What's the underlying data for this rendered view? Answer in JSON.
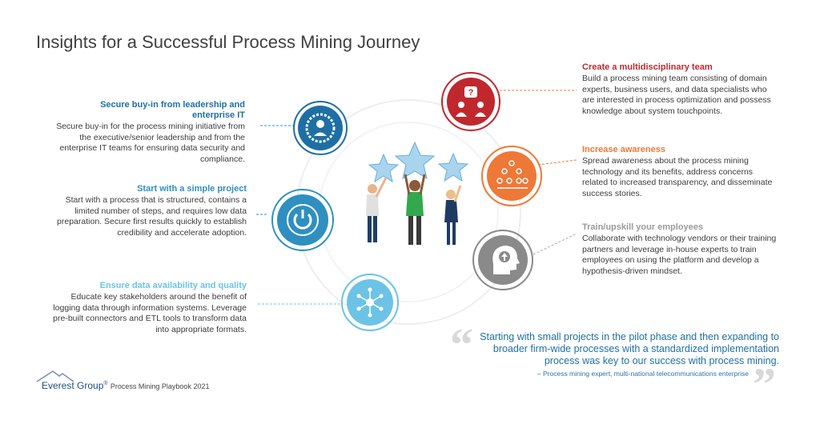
{
  "title": "Insights for a Successful Process Mining Journey",
  "colors": {
    "blue_dark": "#1e6fa3",
    "blue_mid": "#2f8fc0",
    "blue_light": "#6cc3e6",
    "red": "#c0282e",
    "orange": "#ee7838",
    "gray": "#8a8a8a"
  },
  "sections": {
    "buyin": {
      "heading": "Secure buy-in from leadership and enterprise IT",
      "body": "Secure buy-in for the process mining initiative from the executive/senior leadership and from the enterprise IT teams for ensuring data security and compliance.",
      "icon": "executive-gear-icon"
    },
    "simple": {
      "heading": "Start with a simple project",
      "body": "Start with a process that is structured, contains a limited number of steps, and requires low data preparation. Secure first results quickly to establish credibility and accelerate adoption.",
      "icon": "power-icon"
    },
    "data": {
      "heading": "Ensure data availability and quality",
      "body": "Educate key stakeholders around the benefit of logging data through information systems. Leverage pre-built connectors and ETL tools to transform data into appropriate formats.",
      "icon": "network-hub-icon"
    },
    "team": {
      "heading": "Create a multidisciplinary team",
      "body": "Build a process mining team consisting of domain experts, business users, and data specialists who are interested in process optimization and possess knowledge about system touchpoints.",
      "icon": "team-question-icon"
    },
    "awareness": {
      "heading": "Increase awareness",
      "body": "Spread awareness about the process mining technology and its benefits, address concerns related to increased transparency, and disseminate success stories.",
      "icon": "people-network-icon"
    },
    "train": {
      "heading": "Train/upskill your employees",
      "body": "Collaborate with technology vendors or their training partners and leverage in-house experts to train employees on using the platform and develop a hypothesis-driven mindset.",
      "icon": "head-upload-icon"
    }
  },
  "quote": {
    "text": "Starting with small projects in the pilot phase and then expanding to broader firm-wide processes with a standardized implementation process was key to our success with process mining.",
    "attribution": "–  Process mining expert, multi-national telecommunications enterprise"
  },
  "footer": {
    "brand": "Everest Group",
    "reg": "®",
    "report": "Process Mining Playbook 2021"
  }
}
